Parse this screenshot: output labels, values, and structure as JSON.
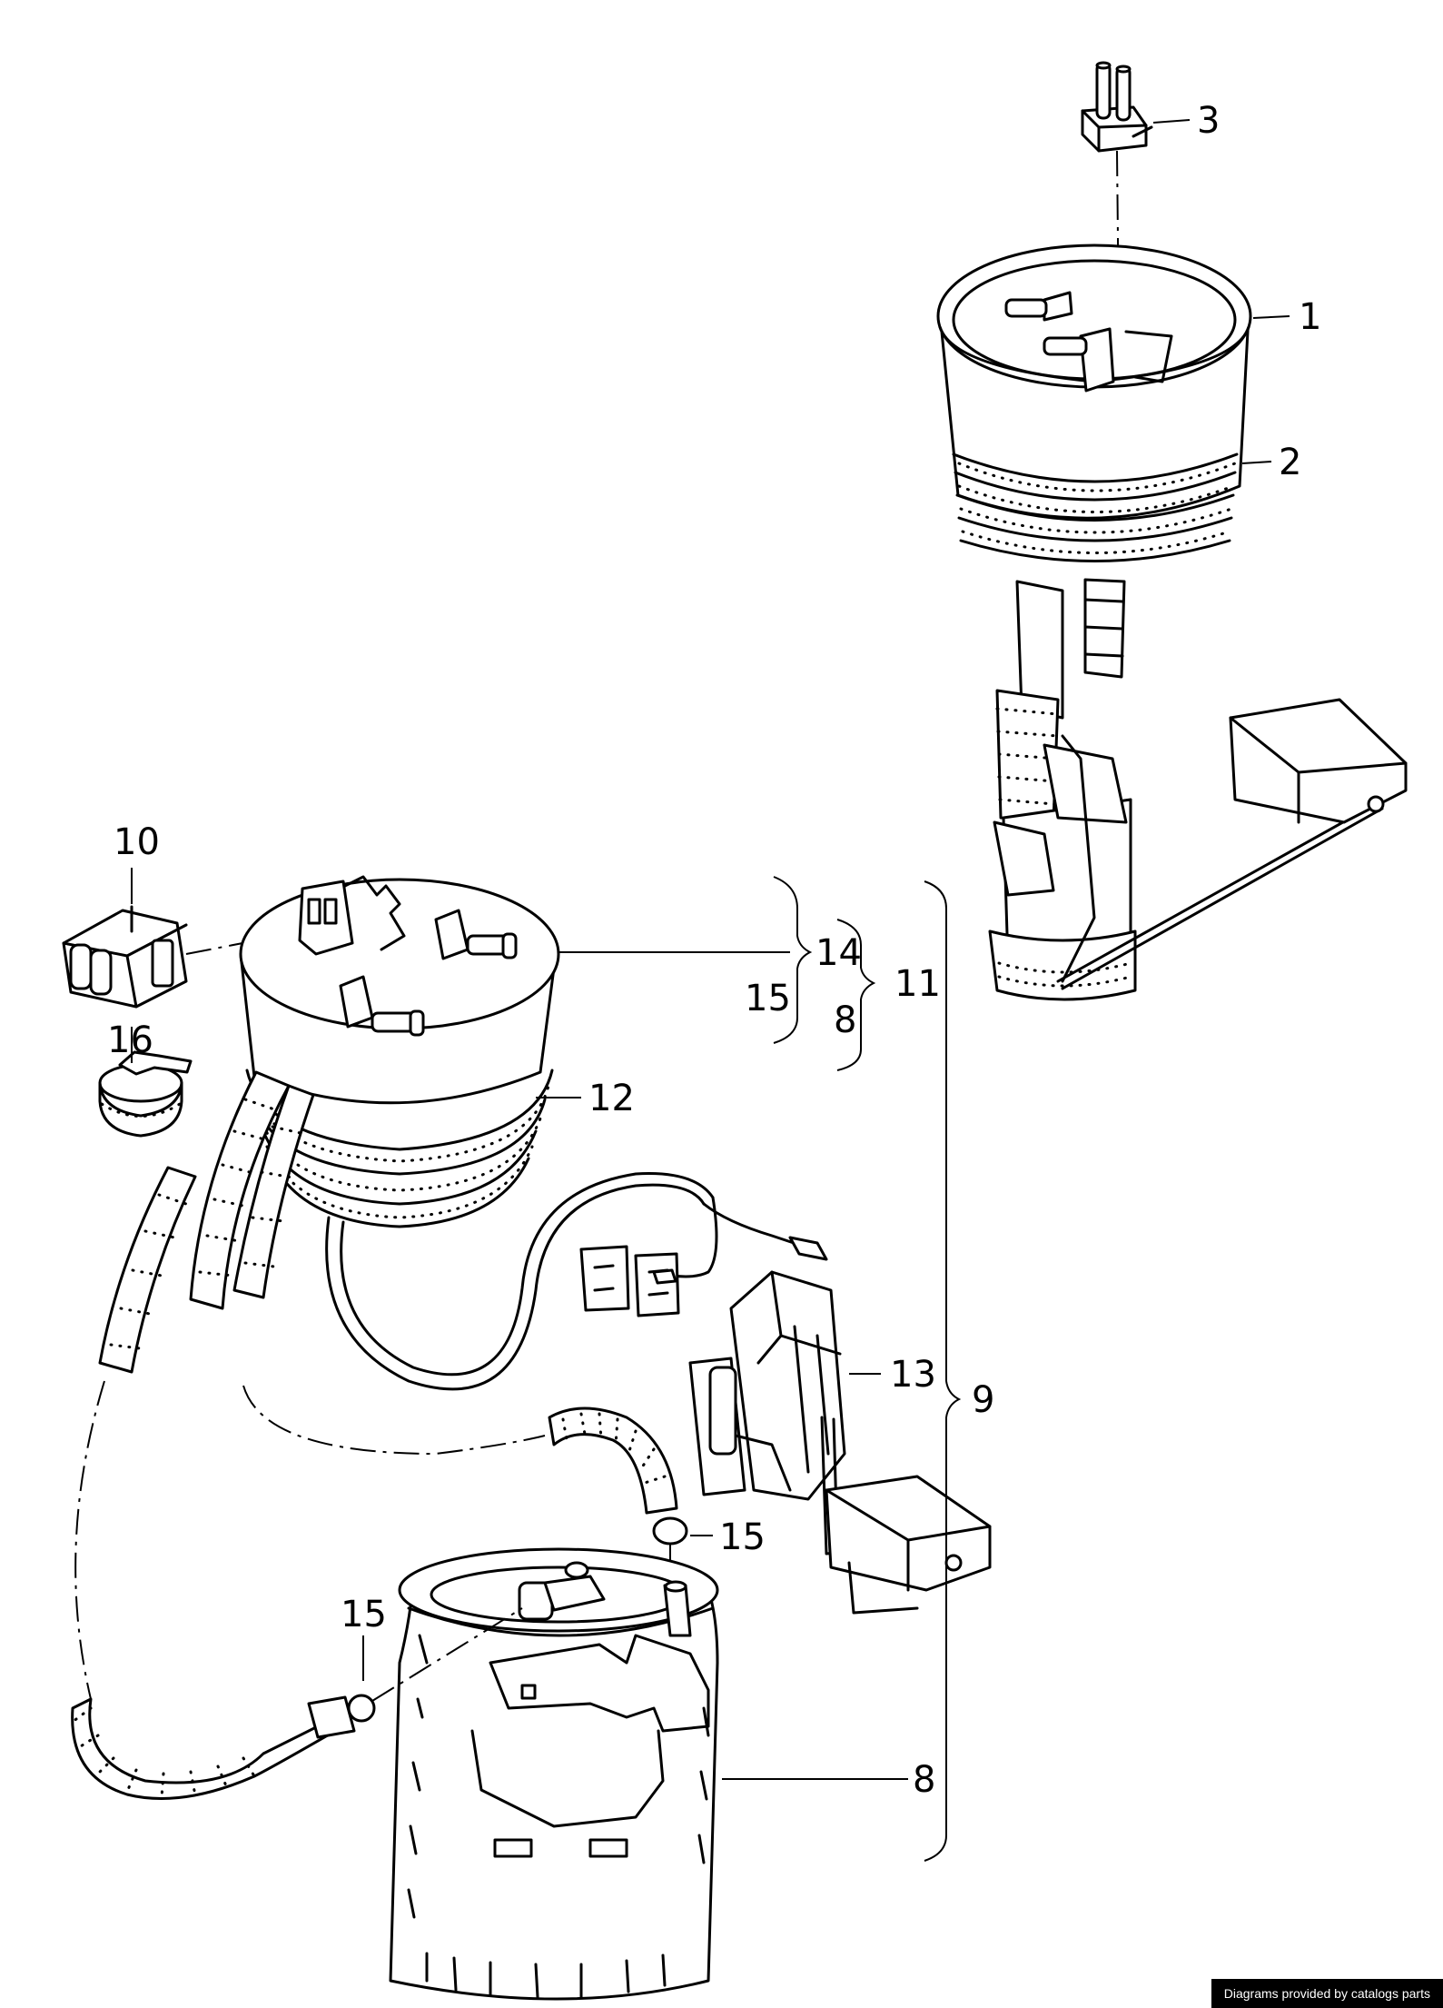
{
  "callouts": {
    "c1": "1",
    "c2": "2",
    "c3": "3",
    "c8a": "8",
    "c8b": "8",
    "c9": "9",
    "c10": "10",
    "c11": "11",
    "c12": "12",
    "c13": "13",
    "c14": "14",
    "c15a": "15",
    "c15b": "15",
    "c15c": "15",
    "c16": "16"
  },
  "footer": {
    "credit": "Diagrams provided by catalogs parts"
  },
  "colors": {
    "line": "#000000",
    "background": "#ffffff",
    "footer_bg": "#000000",
    "footer_text": "#ffffff"
  }
}
